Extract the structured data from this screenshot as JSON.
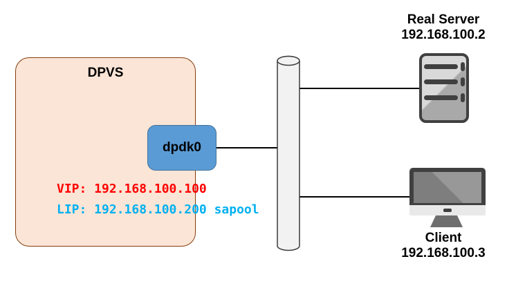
{
  "diagram": {
    "dpvs_box": {
      "title": "DPVS",
      "interface_label": "dpdk0",
      "vip_line": "VIP: 192.168.100.100",
      "lip_line": "LIP: 192.168.100.200 sapool"
    },
    "real_server": {
      "name": "Real Server",
      "ip": "192.168.100.2"
    },
    "client": {
      "name": "Client",
      "ip": "192.168.100.3"
    }
  },
  "colors": {
    "dpvs_fill": "#FBE5D6",
    "dpvs_border": "#843C0C",
    "nic_fill": "#5B9BD5",
    "nic_border": "#41719C",
    "vip_color": "#FF0000",
    "lip_color": "#00B0F0",
    "line_color": "#000000",
    "bus_fill": "#F2F2F2",
    "bus_stroke": "#3B3B3B",
    "icon_dark": "#404040"
  }
}
